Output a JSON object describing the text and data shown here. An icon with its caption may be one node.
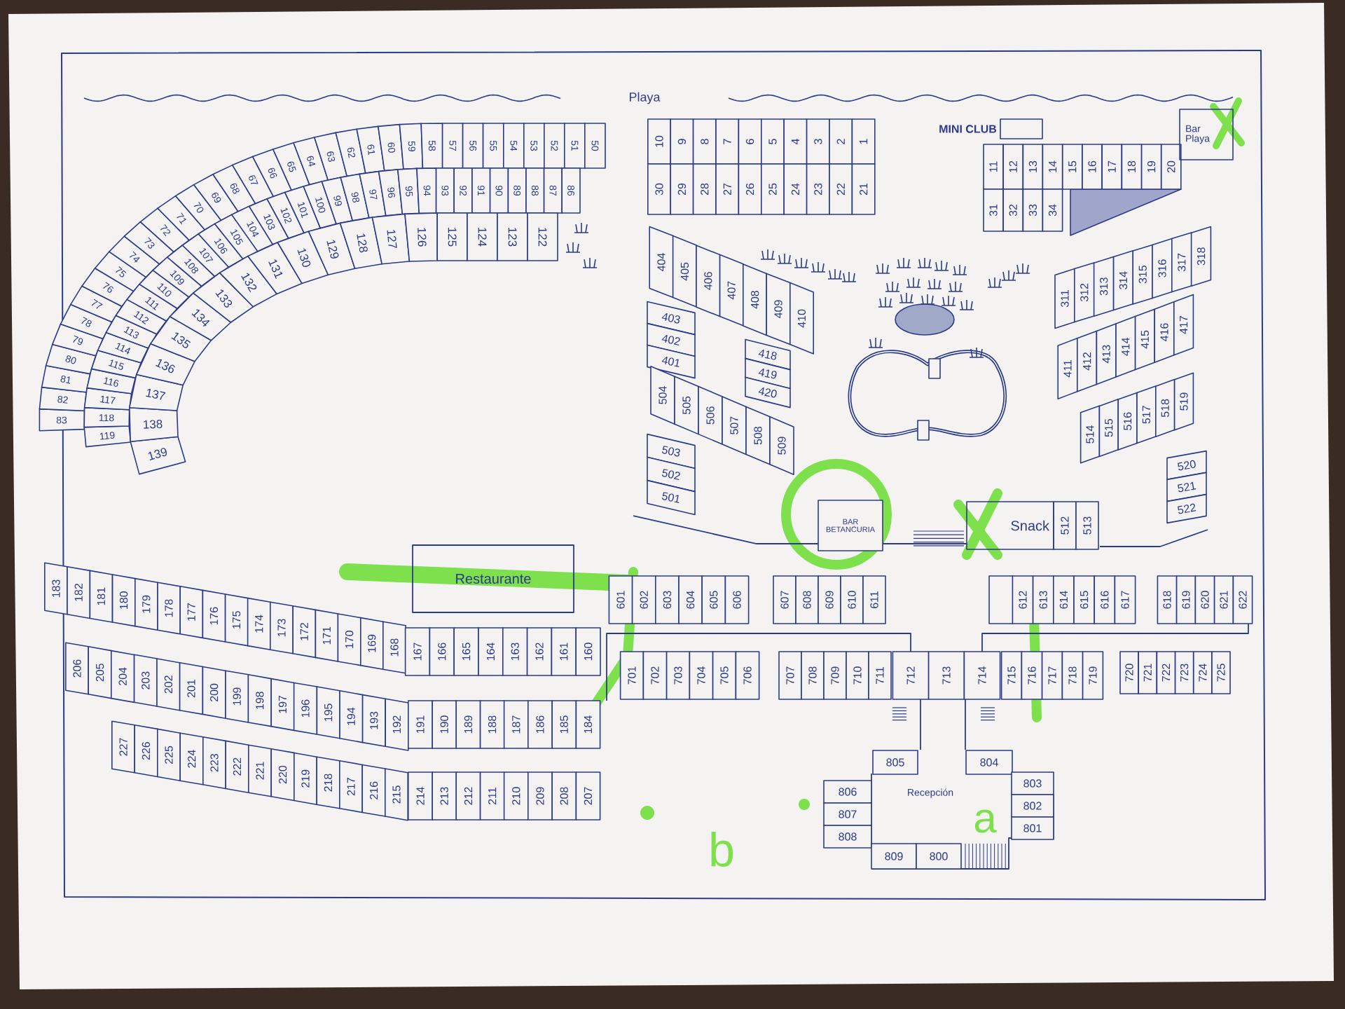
{
  "diagram": {
    "nodes": [
      {
        "text": [
          "MINI CLUB"
        ]
      },
      {
        "text": [
          "Bar Playa"
        ]
      },
      {
        "text": [
          "BAR BETANCURIA"
        ]
      },
      {
        "text": [
          "Snack"
        ]
      },
      {
        "text": [
          "Restaurante"
        ]
      }
    ],
    "labels": [
      "Playa",
      "83",
      "82",
      "81",
      "80",
      "79",
      "78",
      "77",
      "76",
      "75",
      "74",
      "73",
      "72",
      "71",
      "70",
      "69",
      "68",
      "67",
      "66",
      "65",
      "64",
      "63",
      "62",
      "61",
      "60",
      "59",
      "58",
      "57",
      "56",
      "55",
      "54",
      "53",
      "52",
      "51",
      "50",
      "119",
      "118",
      "117",
      "116",
      "115",
      "114",
      "113",
      "112",
      "111",
      "110",
      "109",
      "108",
      "107",
      "106",
      "105",
      "104",
      "103",
      "102",
      "101",
      "100",
      "99",
      "98",
      "97",
      "96",
      "95",
      "94",
      "93",
      "92",
      "91",
      "90",
      "89",
      "88",
      "87",
      "86",
      "139",
      "138",
      "137",
      "136",
      "135",
      "134",
      "133",
      "132",
      "131",
      "130",
      "129",
      "128",
      "127",
      "126",
      "125",
      "124",
      "123",
      "122",
      "10",
      "9",
      "8",
      "7",
      "6",
      "5",
      "4",
      "3",
      "2",
      "1",
      "30",
      "29",
      "28",
      "27",
      "26",
      "25",
      "24",
      "23",
      "22",
      "21",
      "11",
      "12",
      "13",
      "14",
      "15",
      "16",
      "17",
      "18",
      "19",
      "20",
      "31",
      "32",
      "33",
      "34",
      "404",
      "405",
      "406",
      "407",
      "408",
      "409",
      "410",
      "403",
      "402",
      "401",
      "418",
      "419",
      "420",
      "504",
      "505",
      "506",
      "507",
      "508",
      "509",
      "503",
      "502",
      "501",
      "311",
      "312",
      "313",
      "314",
      "315",
      "316",
      "317",
      "318",
      "411",
      "412",
      "413",
      "414",
      "415",
      "416",
      "417",
      "514",
      "515",
      "516",
      "517",
      "518",
      "519",
      "520",
      "521",
      "522",
      "512",
      "513",
      "183",
      "182",
      "181",
      "180",
      "179",
      "178",
      "177",
      "176",
      "175",
      "174",
      "173",
      "172",
      "171",
      "170",
      "169",
      "168",
      "167",
      "166",
      "165",
      "164",
      "163",
      "162",
      "161",
      "160",
      "206",
      "205",
      "204",
      "203",
      "202",
      "201",
      "200",
      "199",
      "198",
      "197",
      "196",
      "195",
      "194",
      "193",
      "192",
      "191",
      "190",
      "189",
      "188",
      "187",
      "186",
      "185",
      "184",
      "227",
      "226",
      "225",
      "224",
      "223",
      "222",
      "221",
      "220",
      "219",
      "218",
      "217",
      "216",
      "215",
      "214",
      "213",
      "212",
      "211",
      "210",
      "209",
      "208",
      "207",
      "601",
      "602",
      "603",
      "604",
      "605",
      "606",
      "607",
      "608",
      "609",
      "610",
      "611",
      "612",
      "613",
      "614",
      "615",
      "616",
      "617",
      "618",
      "619",
      "620",
      "621",
      "622",
      "701",
      "702",
      "703",
      "704",
      "705",
      "706",
      "707",
      "708",
      "709",
      "710",
      "711",
      "712",
      "713",
      "714",
      "715",
      "716",
      "717",
      "718",
      "719",
      "720",
      "721",
      "722",
      "723",
      "724",
      "725",
      "805",
      "804",
      "806",
      "807",
      "808",
      "803",
      "802",
      "801",
      "809",
      "800",
      "Recepción",
      "b",
      "a"
    ]
  }
}
